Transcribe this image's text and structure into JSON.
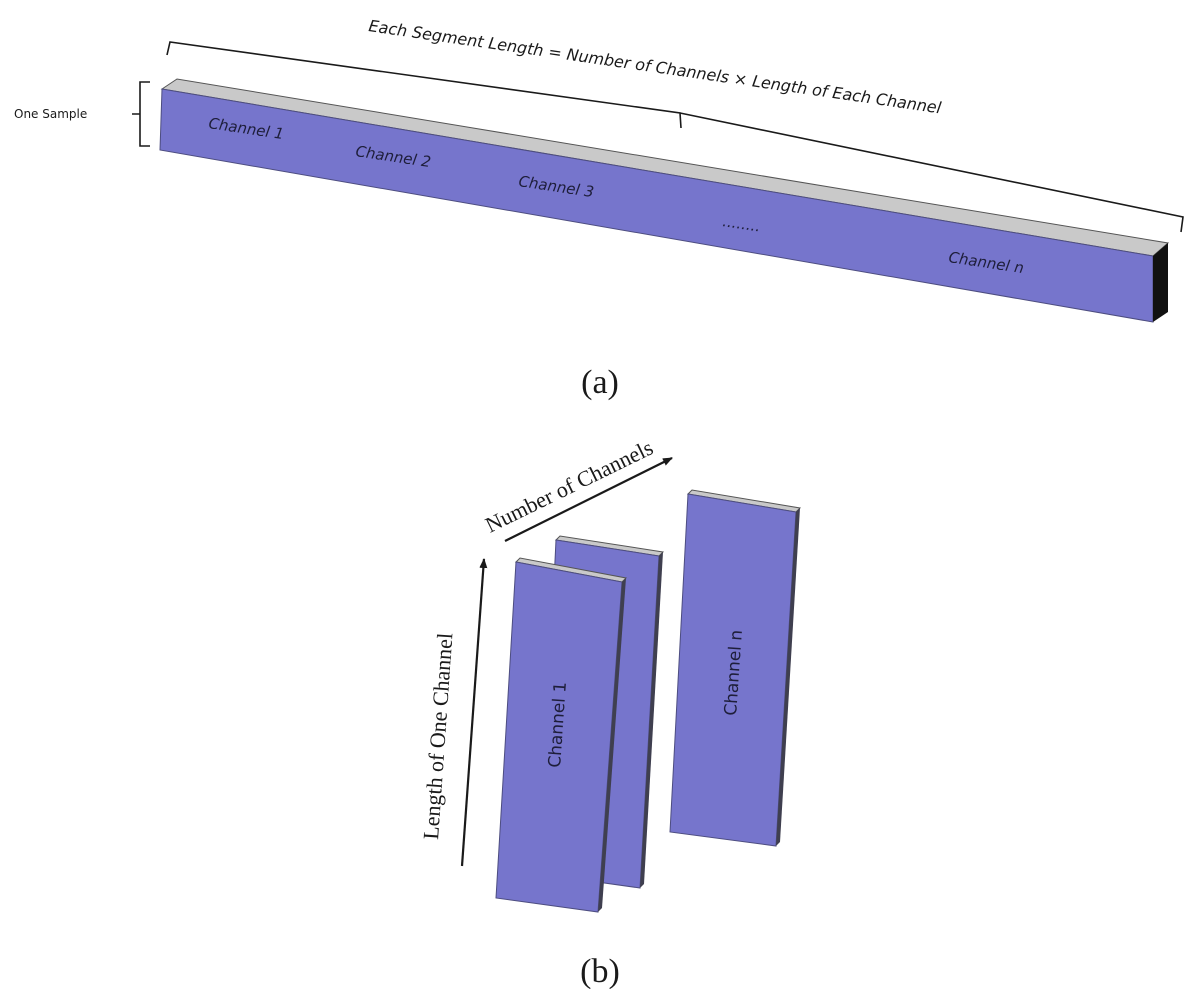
{
  "panel_a": {
    "caption": "(a)",
    "one_sample_label": "One Sample",
    "segment_length_label": "Each Segment Length = Number of Channels × Length of Each Channel",
    "channels": [
      "Channel 1",
      "Channel 2",
      "Channel 3",
      "Channel n"
    ],
    "ellipsis": "........"
  },
  "panel_b": {
    "caption": "(b)",
    "number_of_channels_label": "Number of Channels",
    "length_of_one_channel_label": "Length of One Channel",
    "channel_1": "Channel 1",
    "channel_n": "Channel n"
  },
  "colors": {
    "bar_face": "#7675cc",
    "bar_top": "#c9c9c9",
    "bar_end": "#111111"
  }
}
